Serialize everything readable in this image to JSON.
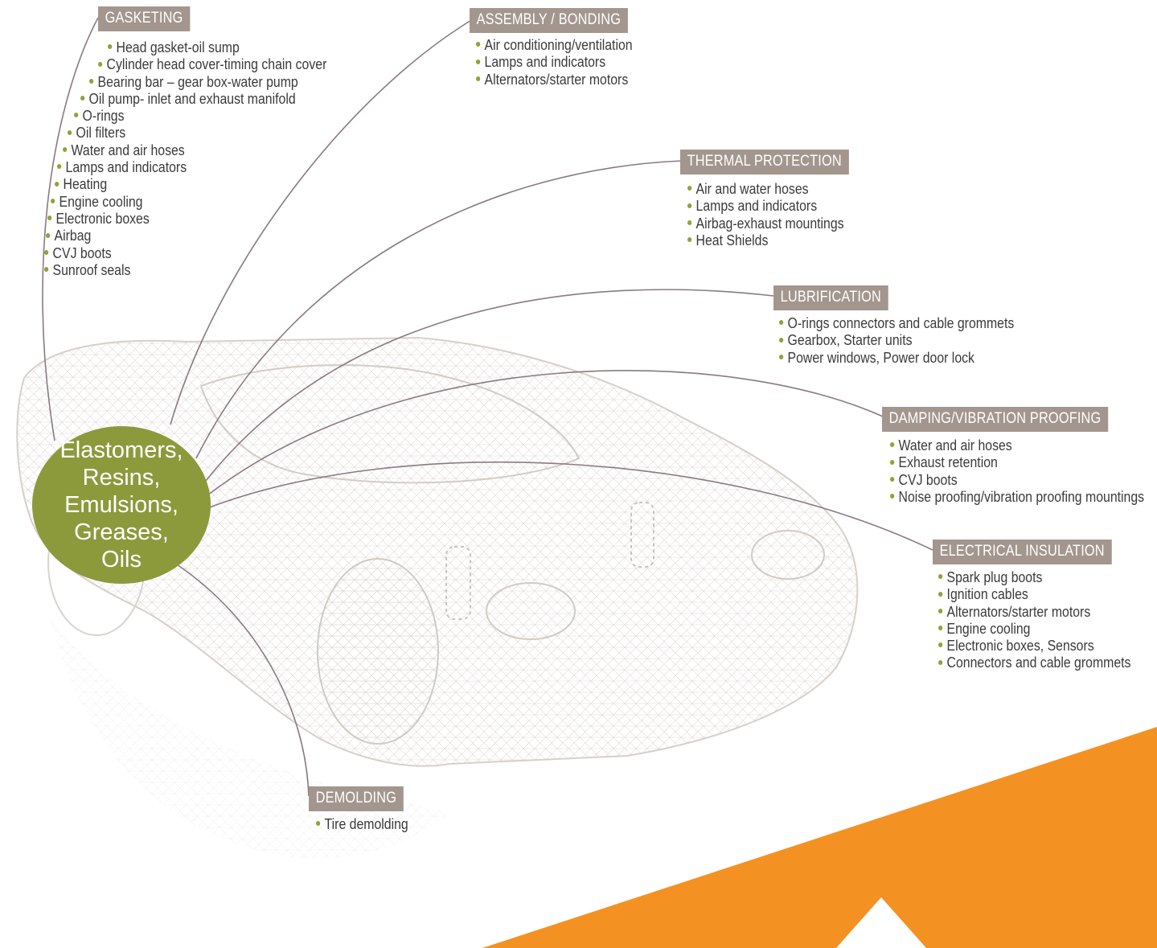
{
  "hub": {
    "lines": [
      "Elastomers,",
      "Resins,",
      "Emulsions,",
      "Greases,",
      "Oils"
    ]
  },
  "colors": {
    "header_bg": "#a3968e",
    "hub_bg": "#8c9a3c",
    "bullet": "#8fa33a",
    "connector": "#8a7a83",
    "accent_orange": "#f39223"
  },
  "categories": [
    {
      "title": "GASKETING",
      "items": [
        "Head gasket-oil sump",
        "Cylinder head cover-timing chain cover",
        "Bearing bar – gear box-water pump",
        "Oil pump- inlet and exhaust manifold",
        "O-rings",
        "Oil filters",
        "Water and air hoses",
        "Lamps and indicators",
        "Heating",
        "Engine cooling",
        "Electronic boxes",
        "Airbag",
        "CVJ boots",
        "Sunroof seals"
      ]
    },
    {
      "title": "ASSEMBLY / BONDING",
      "items": [
        "Air conditioning/ventilation",
        "Lamps and indicators",
        "Alternators/starter motors"
      ]
    },
    {
      "title": "THERMAL PROTECTION",
      "items": [
        "Air and water hoses",
        "Lamps and indicators",
        "Airbag-exhaust mountings",
        "Heat Shields"
      ]
    },
    {
      "title": "LUBRIFICATION",
      "items": [
        "O-rings connectors and cable grommets",
        "Gearbox, Starter units",
        "Power windows, Power door lock"
      ]
    },
    {
      "title": "DAMPING/VIBRATION PROOFING",
      "items": [
        "Water and air hoses",
        "Exhaust retention",
        "CVJ boots",
        "Noise proofing/vibration proofing mountings"
      ]
    },
    {
      "title": "ELECTRICAL INSULATION",
      "items": [
        "Spark plug boots",
        "Ignition cables",
        "Alternators/starter motors",
        "Engine cooling",
        "Electronic boxes, Sensors",
        "Connectors and cable grommets"
      ]
    },
    {
      "title": "DEMOLDING",
      "items": [
        "Tire demolding"
      ]
    }
  ]
}
